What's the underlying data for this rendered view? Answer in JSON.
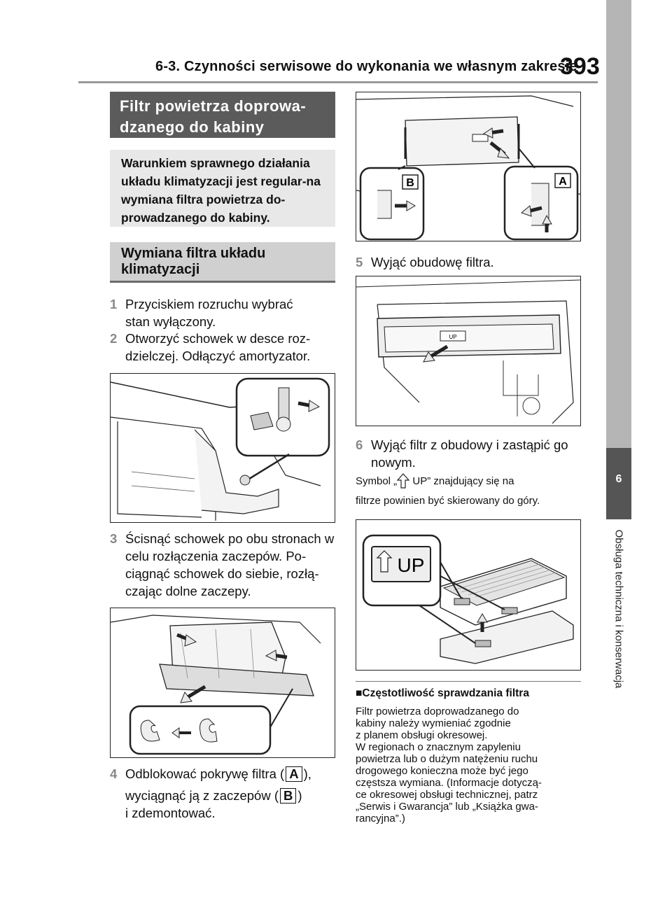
{
  "header": {
    "section_title": "6-3. Czynności serwisowe do wykonania we własnym zakresie",
    "page_number": "393"
  },
  "side_tab": {
    "chapter_number": "6",
    "chapter_title": "Obsługa techniczna i konserwacja"
  },
  "heading_main": "Filtr powietrza doprowa-\ndzanego do kabiny",
  "intro_note": "Warunkiem sprawnego działania układu klimatyzacji jest regular-na wymiana filtra powietrza do-prowadzanego do kabiny.",
  "heading_sub": "Wymiana filtra układu klimatyzacji",
  "steps": [
    {
      "num": "1",
      "text": "Przyciskiem rozruchu wybrać stan wyłączony."
    },
    {
      "num": "2",
      "text": "Otworzyć schowek w desce roz-dzielczej. Odłączyć amortyzator."
    },
    {
      "num": "3",
      "text": "Ścisnąć schowek po obu stronach w celu rozłączenia zaczepów. Po-ciągnąć schowek do siebie, rozłą-czając dolne zaczepy."
    },
    {
      "num": "4",
      "text_a": "Odblokować pokrywę filtra (",
      "label_a": "A",
      "text_b": "),",
      "text_c": "wyciągnąć ją z zaczepów (",
      "label_b": "B",
      "text_d": ")",
      "text_e": "i zdemontować."
    },
    {
      "num": "5",
      "text": "Wyjąć obudowę filtra."
    },
    {
      "num": "6",
      "text": "Wyjąć filtr z obudowy i zastąpić go nowym."
    }
  ],
  "symbol_note": {
    "line1_a": "Symbol „",
    "line1_b": " UP” znajdujący się na",
    "line2": "filtrze powinien być skierowany do góry."
  },
  "figure_labels": {
    "callout_a": "A",
    "callout_b": "B",
    "up_label": "UP"
  },
  "frequency": {
    "title": "Częstotliwość sprawdzania filtra",
    "body": "Filtr powietrza doprowadzanego do\nkabiny należy wymieniać zgodnie\nz planem obsługi okresowej.\nW regionach o znacznym zapyleniu\npowietrza lub o dużym natężeniu ruchu\ndrogowego konieczna może być jego\nczęstsza wymiana. (Informacje dotyczą-\nce okresowej obsługi technicznej, patrz\n„Serwis i Gwarancja” lub „Książka gwa-\nrancyjna”.)"
  }
}
